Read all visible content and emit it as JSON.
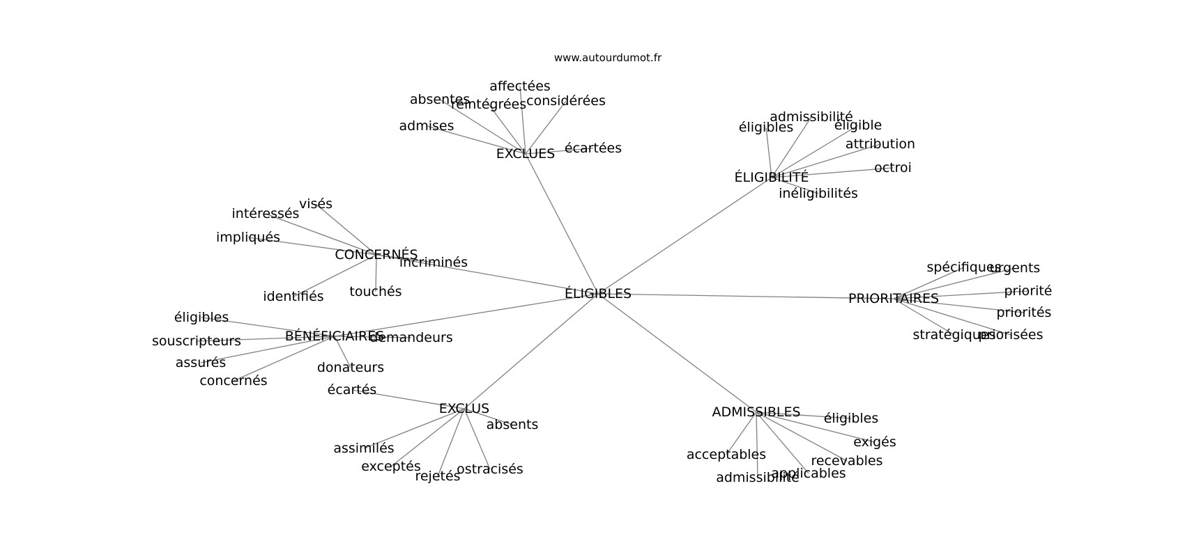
{
  "watermark": "www.autourdumot.fr",
  "colors": {
    "edge": "#808080",
    "text": "#000000",
    "background": "#ffffff"
  },
  "graph": {
    "center": "ÉLIGIBLES",
    "clusters": [
      {
        "label": "EXCLUES",
        "words": [
          "affectées",
          "absentes",
          "réintégrées",
          "considérées",
          "admises",
          "écartées"
        ]
      },
      {
        "label": "ÉLIGIBILITÉ",
        "words": [
          "admissibilité",
          "éligibles",
          "éligible",
          "attribution",
          "octroi",
          "inéligibilités"
        ]
      },
      {
        "label": "CONCERNÉS",
        "words": [
          "visés",
          "intéressés",
          "impliqués",
          "incriminés",
          "identifiés",
          "touchés"
        ]
      },
      {
        "label": "PRIORITAIRES",
        "words": [
          "spécifiques",
          "urgents",
          "priorité",
          "priorités",
          "stratégiques",
          "priorisées"
        ]
      },
      {
        "label": "BÉNÉFICIAIRES",
        "words": [
          "éligibles",
          "souscripteurs",
          "demandeurs",
          "assurés",
          "donateurs",
          "concernés"
        ]
      },
      {
        "label": "EXCLUS",
        "words": [
          "écartés",
          "absents",
          "assimilés",
          "exceptés",
          "rejetés",
          "ostracisés"
        ]
      },
      {
        "label": "ADMISSIBLES",
        "words": [
          "éligibles",
          "exigés",
          "acceptables",
          "recevables",
          "admissibilité",
          "applicables"
        ]
      }
    ]
  }
}
